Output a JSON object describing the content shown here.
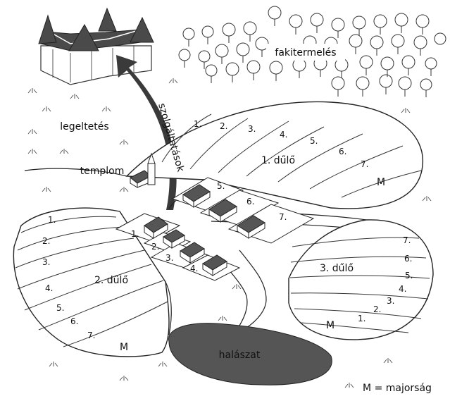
{
  "labels": {
    "forestry": "fakitermelés",
    "pasture": "legeltetés",
    "church": "templom",
    "services": "szolgáltatások",
    "field1": "1. dűlő",
    "field2": "2. dűlő",
    "field3": "3. dűlő",
    "fishing": "halászat",
    "legend": "M = majorság"
  },
  "manor_mark": "M",
  "field1_strips": [
    "1.",
    "2.",
    "3.",
    "4.",
    "5.",
    "6.",
    "7."
  ],
  "field2_strips": [
    "1.",
    "2.",
    "3.",
    "4.",
    "5.",
    "6.",
    "7."
  ],
  "field3_strips": [
    "7.",
    "6.",
    "5.",
    "4.",
    "3.",
    "2.",
    "1."
  ],
  "plots": [
    "1.",
    "2.",
    "3.",
    "4.",
    "5.",
    "6.",
    "7."
  ],
  "colors": {
    "arrow": "#3a3a3a",
    "lake": "#555555",
    "castle": "#4a4a4a",
    "line": "#222222"
  }
}
